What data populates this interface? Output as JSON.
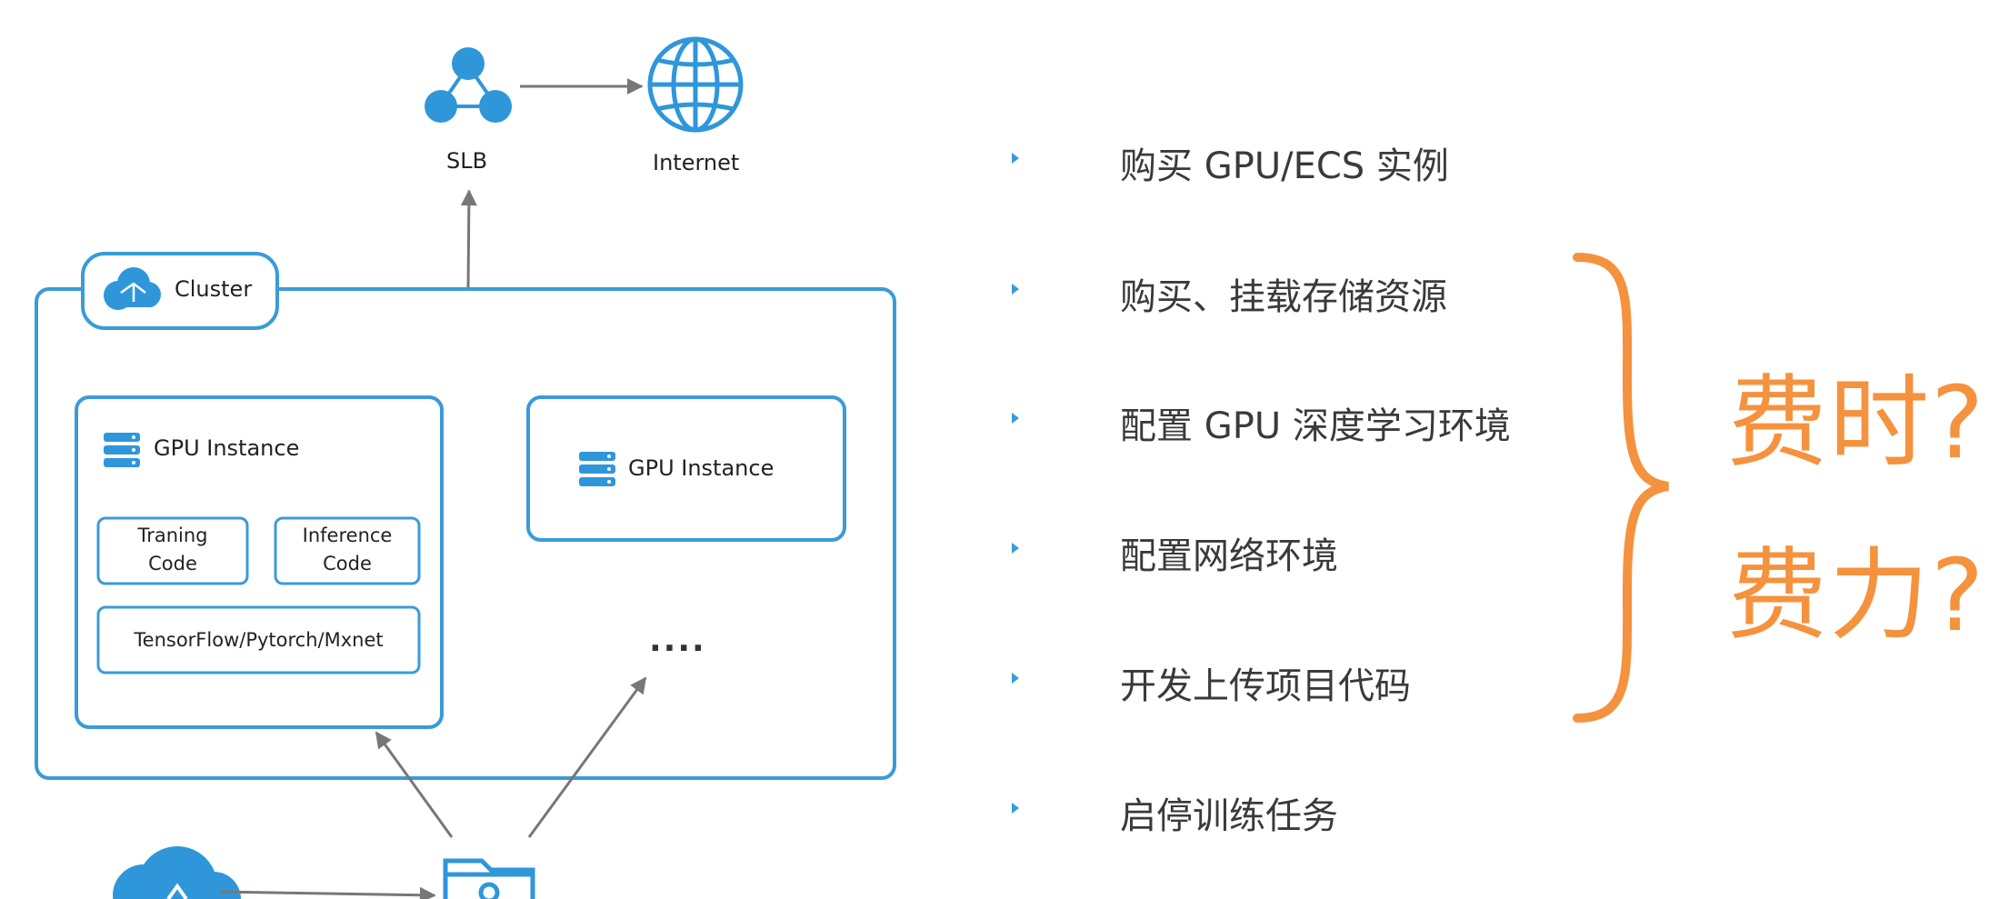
{
  "diagram": {
    "slb_label": "SLB",
    "internet_label": "Internet",
    "cluster_label": "Cluster",
    "gpu_instance_1_label": "GPU Instance",
    "gpu_instance_2_label": "GPU Instance",
    "training_code_label_line1": "Traning",
    "training_code_label_line2": "Code",
    "inference_code_label_line1": "Inference",
    "inference_code_label_line2": "Code",
    "framework_label": "TensorFlow/Pytorch/Mxnet",
    "ellipsis_label": "....",
    "accent_color": "#3a9bd8",
    "icon_color": "#2f96da"
  },
  "steps": [
    "购买 GPU/ECS 实例",
    "购买、挂载存储资源",
    "配置 GPU 深度学习环境",
    "配置网络环境",
    "开发上传项目代码",
    "启停训练任务"
  ],
  "questions": {
    "line1": "费时?",
    "line2": "费力?",
    "color": "#f5923e"
  }
}
